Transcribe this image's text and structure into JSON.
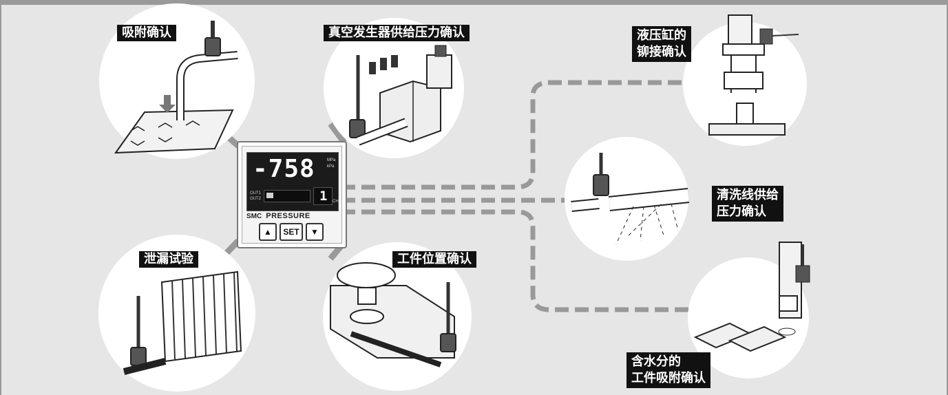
{
  "labels": {
    "adsorption": "吸附确认",
    "vacuum_supply": "真空发生器供给压力确认",
    "cylinder_rivet": [
      "液压缸的",
      "铆接确认"
    ],
    "cleaning_line": [
      "清洗线供给",
      "压力确认"
    ],
    "leak_test": "泄漏试验",
    "workpiece_position": "工件位置确认",
    "wet_workpiece": [
      "含水分的",
      "工件吸附确认"
    ]
  },
  "controller": {
    "reading": "-758",
    "unit_top": "MPa",
    "unit_bottom": "kPa",
    "out1": "OUT1",
    "out2": "OUT2",
    "channel": "1",
    "channel_label": "CH",
    "brand": "SMC",
    "model": "PRESSURE",
    "btn_up": "▲",
    "btn_set": "SET",
    "btn_down": "▼"
  },
  "colors": {
    "background": "#e6e6e6",
    "connector": "#999999",
    "label_bg": "#111111",
    "label_text": "#ffffff"
  }
}
